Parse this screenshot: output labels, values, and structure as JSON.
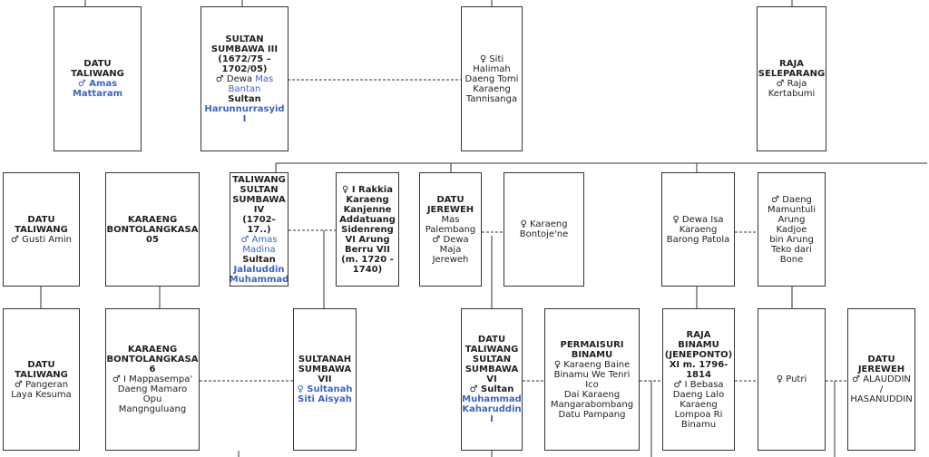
{
  "people": {
    "p1": {
      "name": "DATU TALIWANG",
      "lines": [
        {
          "text": "♂ Amas\nMattaram",
          "style": "link bold"
        }
      ]
    },
    "p2": {
      "name": "SULTAN\nSUMBAWA III\n(1672/75 –\n1702/05)",
      "lines": [
        {
          "text": "♂ Dewa Mas\nBantan",
          "style": "mixed1"
        },
        {
          "text": "Sultan",
          "style": "bold"
        },
        {
          "text": "Harunnurrasyid I",
          "style": "link bold"
        }
      ]
    },
    "p3": {
      "name": "",
      "lines": [
        {
          "text": "♀ Siti\nHalimah\nDaeng Tomi\nKaraeng\nTannisanga",
          "style": "plain"
        }
      ]
    },
    "p4": {
      "name": "RAJA\nSELEPARANG",
      "lines": [
        {
          "text": "♂ Raja\nKertabumi",
          "style": "plain"
        }
      ]
    },
    "p5": {
      "name": "DATU\nTALIWANG",
      "lines": [
        {
          "text": "♂ Gusti Amin",
          "style": "plain"
        }
      ]
    },
    "p6": {
      "name": "KARAENG\nBONTOLANGKASA\n05",
      "lines": []
    },
    "p7": {
      "name": "DATU\nTALIWANG\nSULTAN\nSUMBAWA IV\n(1702-17..)",
      "lines": [
        {
          "text": "♂ Amas Madina",
          "style": "link"
        },
        {
          "text": "Sultan",
          "style": "bold"
        },
        {
          "text": "Jalaluddin\nMuhammad\nSyah I",
          "style": "link bold"
        }
      ]
    },
    "p8": {
      "name": "♀ I Rakkia\nKaraeng\nKanjenne\nAddatuang\nSidenreng\nVI Arung\nBerru VII\n(m. 1720 -\n1740)",
      "lines": []
    },
    "p9": {
      "name": "DATU\nJEREWEH",
      "lines": [
        {
          "text": "Mas\nPalembang\n♂ Dewa\nMaja\nJereweh",
          "style": "plain"
        }
      ]
    },
    "p10": {
      "name": "",
      "lines": [
        {
          "text": "♀ Karaeng\nBontoje'ne",
          "style": "plain"
        }
      ]
    },
    "p11": {
      "name": "",
      "lines": [
        {
          "text": "♀ Dewa Isa\nKaraeng\nBarong Patola",
          "style": "plain"
        }
      ]
    },
    "p12": {
      "name": "",
      "lines": [
        {
          "text": "♂ Daeng\nMamuntuli\nArung Kadjoe\nbin Arung\nTeko dari\nBone",
          "style": "plain"
        }
      ]
    },
    "p13": {
      "name": "DATU\nTALIWANG",
      "lines": [
        {
          "text": "♂ Pangeran\nLaya Kesuma",
          "style": "plain"
        }
      ]
    },
    "p14": {
      "name": "KARAENG\nBONTOLANGKASA\n6",
      "lines": [
        {
          "text": "♂ I Mappasempa'\nDaeng Mamaro\nOpu Mangnguluang",
          "style": "plain"
        }
      ]
    },
    "p15": {
      "name": "SULTANAH\nSUMBAWA\nVII",
      "lines": [
        {
          "text": "♀ Sultanah\nSiti Aisyah",
          "style": "link bold"
        }
      ]
    },
    "p16": {
      "name": "DATU\nTALIWANG\nSULTAN\nSUMBAWA\nVI",
      "lines": [
        {
          "text": "♂ Sultan",
          "style": "bold"
        },
        {
          "text": "Muhammad\nKaharuddin\nI",
          "style": "link bold"
        }
      ]
    },
    "p17": {
      "name": "PERMAISURI\nBINAMU",
      "lines": [
        {
          "text": "♀ Karaeng Baine\nBinamu We Tenri Ico\nDai Karaeng\nMangarabombang\nDatu Pampang",
          "style": "plain"
        }
      ]
    },
    "p18": {
      "name": "RAJA\nBINAMU\n(JENEPONTO)\nXI m. 1796-\n1814",
      "lines": [
        {
          "text": "♂ I Bebasa\nDaeng Lalo\nKaraeng\nLompoa Ri\nBinamu",
          "style": "plain"
        }
      ]
    },
    "p19": {
      "name": "",
      "lines": [
        {
          "text": "♀ Putri",
          "style": "plain"
        }
      ]
    },
    "p20": {
      "name": "DATU\nJEREWEH",
      "lines": [
        {
          "text": "♂ ALAUDDIN\n/\nHASANUDDIN",
          "style": "plain"
        }
      ]
    }
  }
}
